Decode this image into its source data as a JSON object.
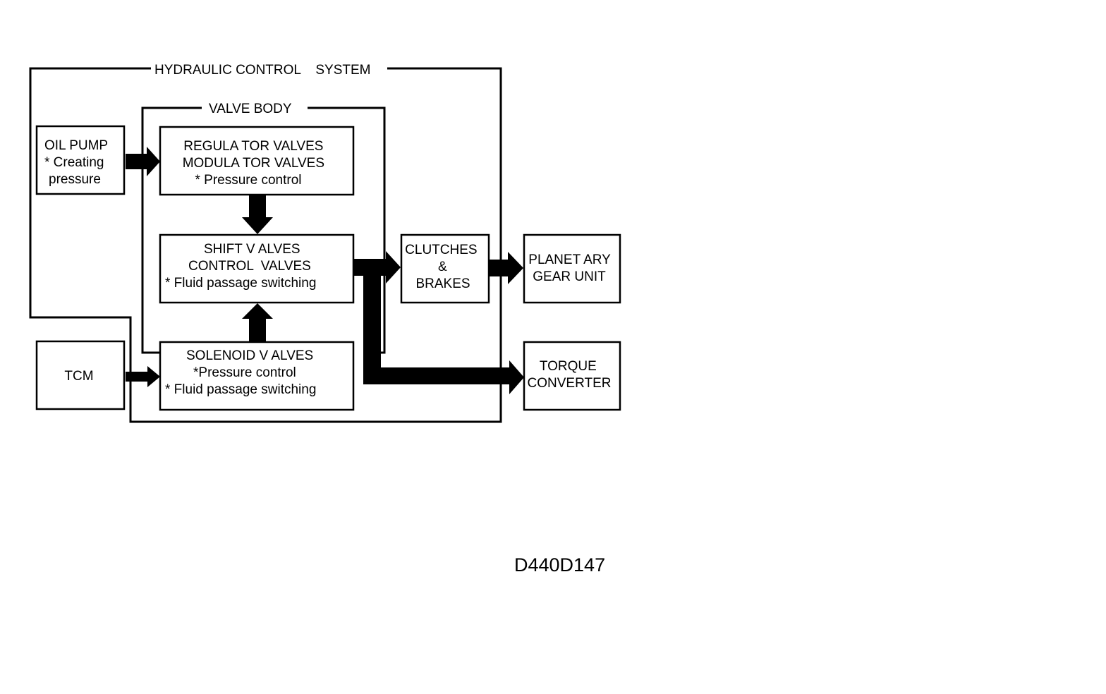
{
  "frames": {
    "hydraulic_label": "HYDRAULIC CONTROL    SYSTEM",
    "valve_body_label": "VALVE BODY"
  },
  "boxes": {
    "oil_pump": [
      "OIL PUMP",
      "* Creating",
      "pressure"
    ],
    "regulator_valves": [
      "REGULA TOR VALVES",
      "MODULA TOR VALVES",
      "* Pressure control"
    ],
    "shift_valves": [
      "SHIFT V ALVES",
      "CONTROL  VALVES",
      "* Fluid passage switching"
    ],
    "solenoid_valves": [
      "SOLENOID V ALVES",
      "*Pressure control",
      "* Fluid passage switching"
    ],
    "tcm": [
      "TCM"
    ],
    "clutches_brakes": [
      "CLUTCHES",
      "&",
      "BRAKES"
    ],
    "planetary_gear": [
      "PLANET ARY",
      "GEAR UNIT"
    ],
    "torque_converter": [
      "TORQUE",
      "CONVERTER"
    ]
  },
  "figure_id": "D440D147",
  "colors": {
    "ink": "#000000",
    "background": "#ffffff"
  }
}
